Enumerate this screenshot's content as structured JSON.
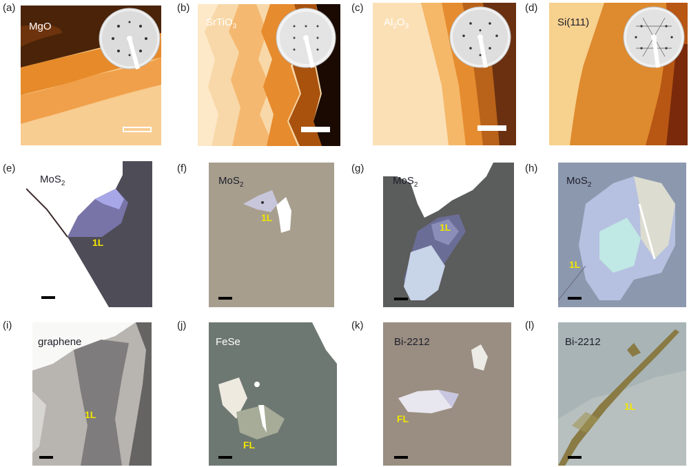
{
  "panels": [
    {
      "id": "a",
      "label": "(a)",
      "material": "MgO"
    },
    {
      "id": "b",
      "label": "(b)",
      "material": "SrTiO",
      "sub": "3"
    },
    {
      "id": "c",
      "label": "(c)",
      "material": "Al",
      "sub": "2",
      "material2": "O",
      "sub2": "3"
    },
    {
      "id": "d",
      "label": "(d)",
      "material": "Si(111)"
    },
    {
      "id": "e",
      "label": "(e)",
      "material": "MoS",
      "sub": "2",
      "layer": "1L"
    },
    {
      "id": "f",
      "label": "(f)",
      "material": "MoS",
      "sub": "2",
      "layer": "1L"
    },
    {
      "id": "g",
      "label": "(g)",
      "material": "MoS",
      "sub": "2",
      "layer": "1L"
    },
    {
      "id": "h",
      "label": "(h)",
      "material": "MoS",
      "sub": "2",
      "layer": "1L"
    },
    {
      "id": "i",
      "label": "(i)",
      "material": "graphene",
      "layer": "1L"
    },
    {
      "id": "j",
      "label": "(j)",
      "material": "FeSe",
      "layer": "FL"
    },
    {
      "id": "k",
      "label": "(k)",
      "material": "Bi-2212",
      "layer": "FL"
    },
    {
      "id": "l",
      "label": "(l)",
      "material": "Bi-2212",
      "layer": "1L"
    }
  ],
  "colors": {
    "afm_light": "#f7c98b",
    "afm_mid": "#e08324",
    "afm_dark": "#4a1f07",
    "substrate_sio2": "#5a5a60",
    "label_yellow": "#f2e600"
  }
}
